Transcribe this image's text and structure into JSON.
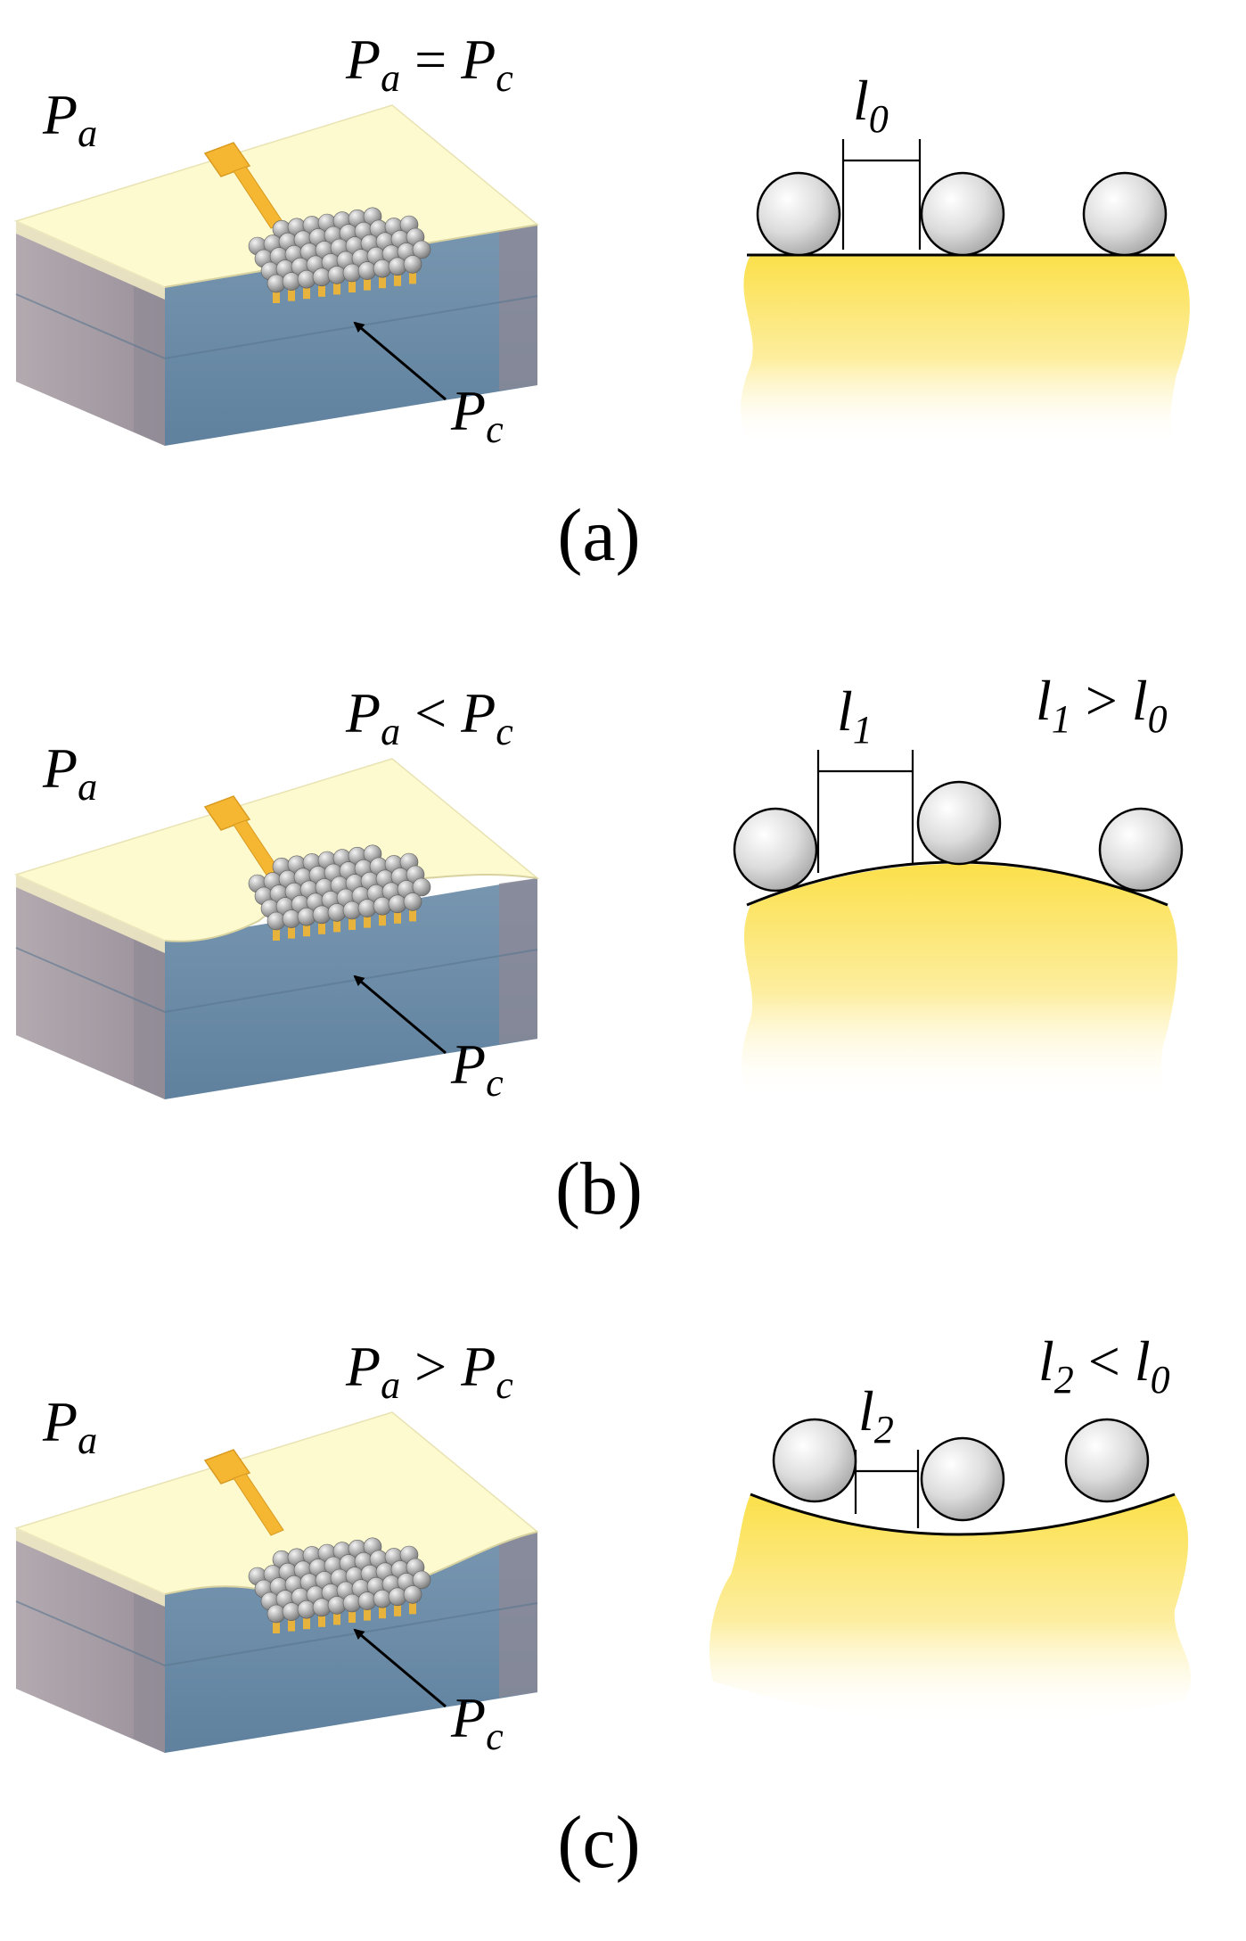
{
  "panels": [
    {
      "id": "a",
      "caption": "(a)",
      "corner_label": {
        "main": "P",
        "sub": "a"
      },
      "relation": {
        "lhs": "P",
        "lhs_sub": "a",
        "op": " = ",
        "rhs": "P",
        "rhs_sub": "c"
      },
      "arrow_label": {
        "main": "P",
        "sub": "c"
      },
      "gap_label": {
        "main": "l",
        "sub": "0"
      },
      "inequality": null,
      "deformation": "flat"
    },
    {
      "id": "b",
      "caption": "(b)",
      "corner_label": {
        "main": "P",
        "sub": "a"
      },
      "relation": {
        "lhs": "P",
        "lhs_sub": "a",
        "op": " < ",
        "rhs": "P",
        "rhs_sub": "c"
      },
      "arrow_label": {
        "main": "P",
        "sub": "c"
      },
      "gap_label": {
        "main": "l",
        "sub": "1"
      },
      "inequality": {
        "lhs": "l",
        "lhs_sub": "1",
        "op": " > ",
        "rhs": "l",
        "rhs_sub": "0"
      },
      "deformation": "convex"
    },
    {
      "id": "c",
      "caption": "(c)",
      "corner_label": {
        "main": "P",
        "sub": "a"
      },
      "relation": {
        "lhs": "P",
        "lhs_sub": "a",
        "op": " > ",
        "rhs": "P",
        "rhs_sub": "c"
      },
      "arrow_label": {
        "main": "P",
        "sub": "c"
      },
      "gap_label": {
        "main": "l",
        "sub": "2"
      },
      "inequality": {
        "lhs": "l",
        "lhs_sub": "2",
        "op": " < ",
        "rhs": "l",
        "rhs_sub": "0"
      },
      "deformation": "concave"
    }
  ],
  "colors": {
    "membrane_top": "#fdfad0",
    "membrane_side": "#a7a0a8",
    "cavity": "#6c8fab",
    "substrate_yellow": "#fbe04a",
    "electrode": "#f5b731",
    "sphere": "#d0d0d0"
  }
}
